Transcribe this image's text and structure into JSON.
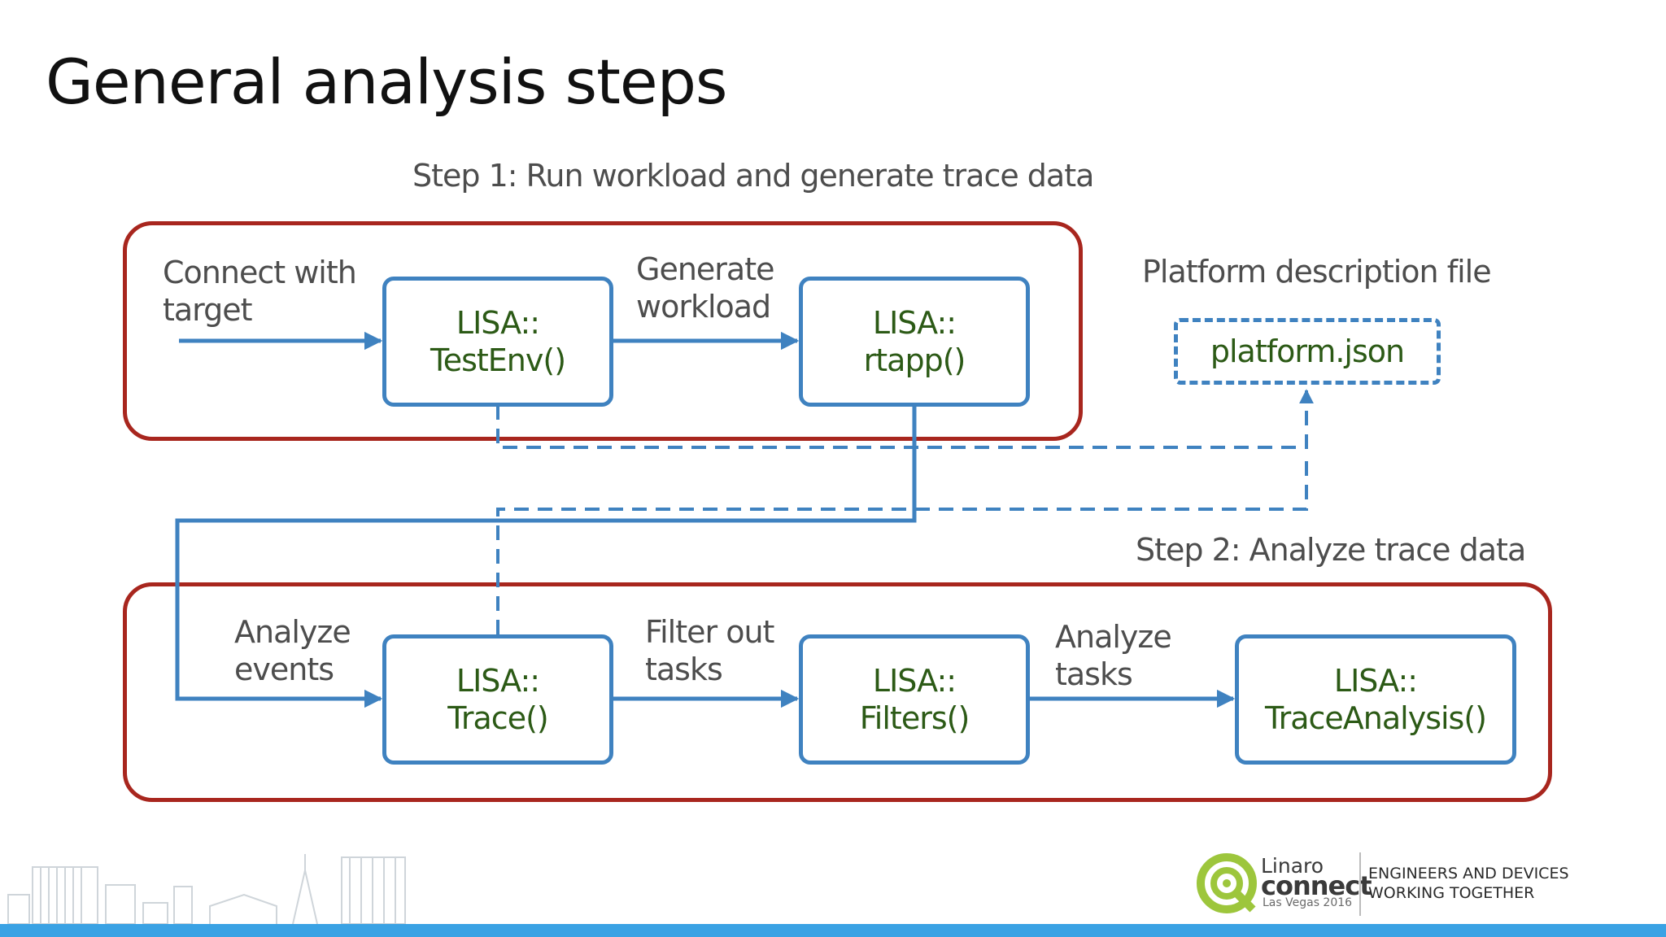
{
  "slide": {
    "title": "General analysis steps",
    "step1_title": "Step 1: Run workload and generate trace data",
    "step2_title": "Step 2: Analyze trace data",
    "platform_label": "Platform description file"
  },
  "nodes": {
    "testenv": [
      "LISA::",
      "TestEnv()"
    ],
    "rtapp": [
      "LISA::",
      "rtapp()"
    ],
    "platform": "platform.json",
    "trace": [
      "LISA::",
      "Trace()"
    ],
    "filters": [
      "LISA::",
      "Filters()"
    ],
    "traceanalysis": [
      "LISA::",
      "TraceAnalysis()"
    ]
  },
  "edges": {
    "connect": [
      "Connect with",
      "target"
    ],
    "generate": [
      "Generate",
      "workload"
    ],
    "analyze_events": [
      "Analyze",
      "events"
    ],
    "filter_tasks": [
      "Filter out",
      "tasks"
    ],
    "analyze_tasks": [
      "Analyze",
      "tasks"
    ]
  },
  "footer": {
    "brand_line1": "Linaro",
    "brand_line2": "connect",
    "event": "Las Vegas 2016",
    "tagline": [
      "ENGINEERS AND DEVICES",
      "WORKING TOGETHER"
    ]
  },
  "colors": {
    "group_border": "#a8261e",
    "node_border": "#3f82c0",
    "node_text": "#2c5a16",
    "footer_bar": "#3aa2e4",
    "logo_green": "#9dc63c"
  }
}
